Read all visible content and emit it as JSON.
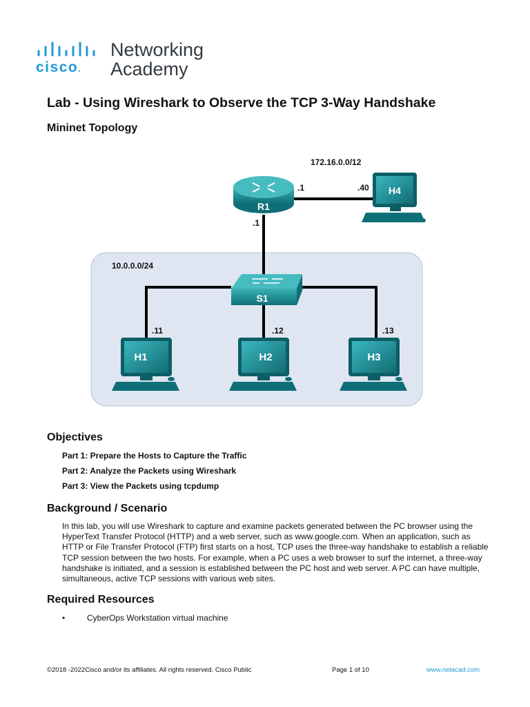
{
  "logo": {
    "brand": "cisco",
    "line1": "Networking",
    "line2": "Academy",
    "color": "#1f9ad6"
  },
  "title": "Lab - Using Wireshark to Observe the TCP 3-Way Handshake",
  "topology_heading": "Mininet Topology",
  "topology": {
    "router": "R1",
    "switch": "S1",
    "hosts": [
      "H1",
      "H2",
      "H3",
      "H4"
    ],
    "wan_network": "172.16.0.0/12",
    "lan_network": "10.0.0.0/24",
    "labels": {
      "r1_wan": ".1",
      "h4": ".40",
      "r1_lan": ".1",
      "h1": ".11",
      "h2": ".12",
      "h3": ".13"
    },
    "colors": {
      "device": "#1a8f98",
      "lan_bg": "#dfe6f2"
    }
  },
  "objectives": {
    "heading": "Objectives",
    "parts": [
      "Part 1: Prepare the Hosts to Capture the Traffic",
      "Part 2: Analyze the Packets using Wireshark",
      "Part 3: View the Packets using tcpdump"
    ]
  },
  "background": {
    "heading": "Background / Scenario",
    "text": "In this lab, you will use Wireshark to capture and examine packets generated between the PC browser using the HyperText Transfer Protocol (HTTP) and a web server, such as www.google.com. When an application, such as HTTP or File Transfer Protocol (FTP) first starts on a host, TCP uses the three-way handshake to establish a reliable TCP session between the two hosts. For example, when a PC uses a web browser to surf the internet, a three-way handshake is initiated, and a session is established between the PC host and web server. A PC can have multiple, simultaneous, active TCP sessions with various web sites."
  },
  "resources": {
    "heading": "Required Resources",
    "items": [
      "CyberOps Workstation virtual machine"
    ]
  },
  "footer": {
    "copyright": "©2018 -2022Cisco and/or its affiliates. All rights reserved. Cisco Public",
    "page": "Page 1 of 10",
    "link": "www.netacad.com"
  }
}
